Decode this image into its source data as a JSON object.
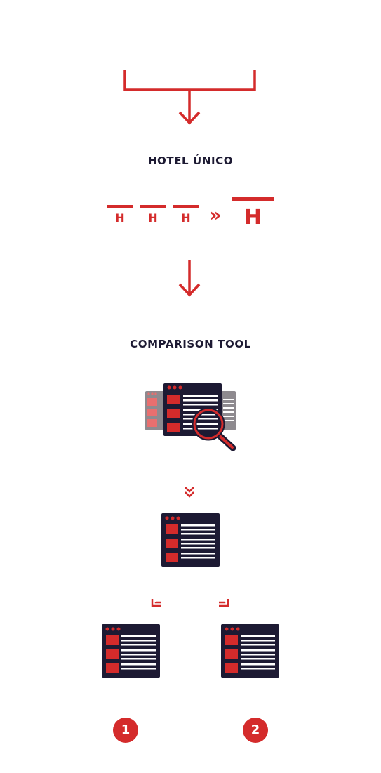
{
  "colors": {
    "accent": "#d42b2b",
    "dark": "#1d1a33",
    "gray": "#8e8a8f",
    "pink": "#e86f6f",
    "white": "#ffffff"
  },
  "labels": {
    "hotel": "HOTEL ÚNICO",
    "comparison": "COMPARISON TOOL"
  },
  "hotels": {
    "small": [
      "H",
      "H",
      "H"
    ],
    "big": "H",
    "merge_symbol": "»"
  },
  "results": {
    "options": [
      "1",
      "2"
    ]
  }
}
